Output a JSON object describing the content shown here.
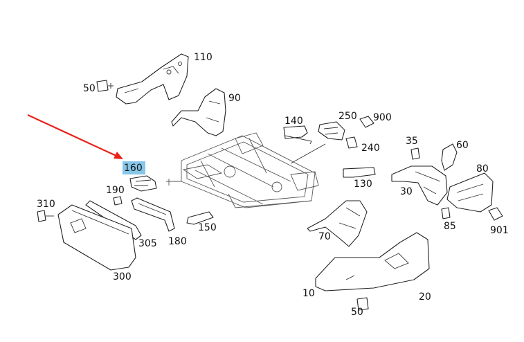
{
  "highlight_color": "#87c6e8",
  "arrow_color": "#e8231a",
  "labels": {
    "l10": "10",
    "l20": "20",
    "l30": "30",
    "l35": "35",
    "l50a": "50",
    "l50b": "50",
    "l60": "60",
    "l70": "70",
    "l80": "80",
    "l85": "85",
    "l90": "90",
    "l110": "110",
    "l130": "130",
    "l140": "140",
    "l150": "150",
    "l160": "160",
    "l180": "180",
    "l190": "190",
    "l240": "240",
    "l250": "250",
    "l300": "300",
    "l305": "305",
    "l310": "310",
    "l900": "900",
    "l901": "901"
  }
}
